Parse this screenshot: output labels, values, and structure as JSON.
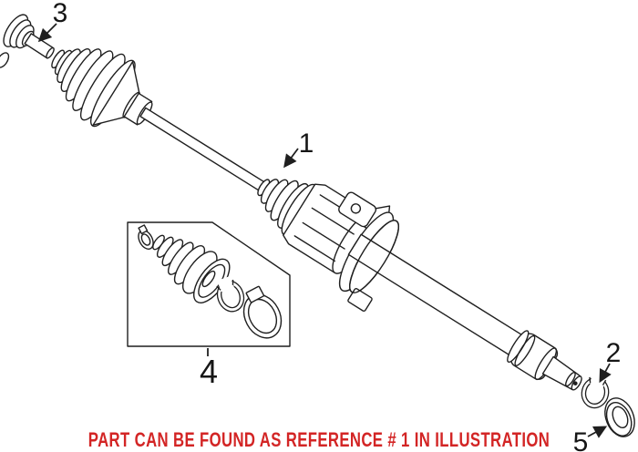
{
  "diagram": {
    "description_of_view": "exploded parts illustration of a front CV axle drive shaft assembly",
    "callouts": [
      {
        "id": 1,
        "label": "1"
      },
      {
        "id": 2,
        "label": "2"
      },
      {
        "id": 3,
        "label": "3"
      },
      {
        "id": 4,
        "label": "4"
      },
      {
        "id": 5,
        "label": "5"
      }
    ],
    "caption": "PART CAN BE FOUND AS REFERENCE # 1 IN ILLUSTRATION",
    "colors": {
      "caption_text": "#d32525",
      "line_art": "#1f1f1f",
      "background": "#ffffff"
    }
  }
}
